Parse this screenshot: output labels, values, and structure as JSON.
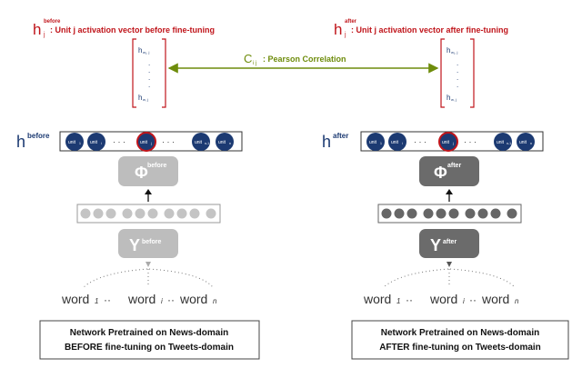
{
  "panels": {
    "before": {
      "h_label": "h",
      "h_sup": "before",
      "hj_sub": "j",
      "hj_desc": ": Unit j activation vector before fine-tuning",
      "vec_top": "h",
      "vec_top_sub": "w₁, j",
      "vec_bottom": "h",
      "vec_bottom_sub": "w, j",
      "phi": "Φ",
      "phi_sup": "before",
      "upsilon": "Υ",
      "upsilon_sup": "before",
      "caption_line1": "Network Pretrained on News-domain",
      "caption_line2": "BEFORE fine-tuning on Tweets-domain"
    },
    "after": {
      "h_label": "h",
      "h_sup": "after",
      "hj_sub": "j",
      "hj_desc": ": Unit j activation vector after fine-tuning",
      "vec_top": "h",
      "vec_top_sub": "w₁, j",
      "vec_bottom": "h",
      "vec_bottom_sub": "w, j",
      "phi": "Φ",
      "phi_sup": "after",
      "upsilon": "Υ",
      "upsilon_sup": "after",
      "caption_line1": "Network Pretrained on News-domain",
      "caption_line2": "AFTER fine-tuning on Tweets-domain"
    }
  },
  "units": [
    "unit",
    "unit",
    "unit",
    "unit",
    "unit"
  ],
  "unit_subs": [
    "1",
    "i",
    "j",
    "n-1",
    "n"
  ],
  "dots": "· · ·",
  "correlation": {
    "symbol": "C",
    "sub": "i j",
    "text": ": Pearson Correlation"
  },
  "words": {
    "w1": "word",
    "w1_sub": "1",
    "wi": "word",
    "wi_sub": "i",
    "wn": "word",
    "wn_sub": "n",
    "sep": "··"
  },
  "colors": {
    "red": "#c0151b",
    "navy": "#1c3a72",
    "olive": "#6e8c0b",
    "light_gray": "#bdbdbd",
    "dark_gray": "#6b6b6b"
  }
}
